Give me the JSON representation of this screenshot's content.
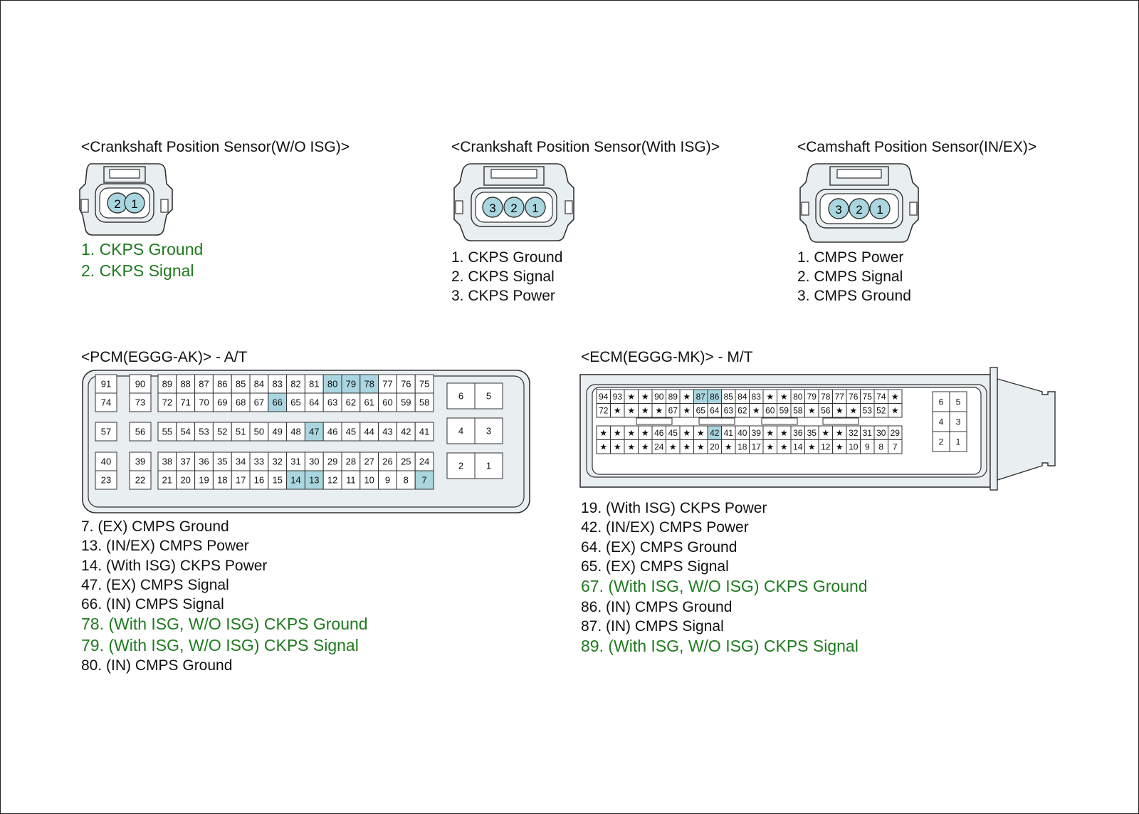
{
  "colors": {
    "green": "#1f7a1f",
    "pin_highlight": "#a9d6e0",
    "connector_fill": "#e9eef0",
    "stroke": "#333333"
  },
  "sensor1": {
    "title": "<Crankshaft Position Sensor(W/O ISG)>",
    "pins": [
      "2",
      "1"
    ],
    "items": [
      "1. CKPS Ground",
      "2. CKPS Signal"
    ]
  },
  "sensor2": {
    "title": "<Crankshaft Position Sensor(With ISG)>",
    "pins": [
      "3",
      "2",
      "1"
    ],
    "items": [
      "1. CKPS Ground",
      "2. CKPS Signal",
      "3. CKPS Power"
    ]
  },
  "sensor3": {
    "title": "<Camshaft Position Sensor(IN/EX)>",
    "pins": [
      "3",
      "2",
      "1"
    ],
    "items": [
      "1. CMPS Power",
      "2. CMPS Signal",
      "3. CMPS Ground"
    ]
  },
  "pcm": {
    "title": "<PCM(EGGG-AK)> - A/T",
    "highlighted": [
      "80",
      "79",
      "78",
      "66",
      "47",
      "14",
      "13",
      "7"
    ],
    "left_rows": [
      [
        "91",
        "90"
      ],
      [
        "74",
        "73"
      ],
      [
        "57",
        "56"
      ],
      [
        "40",
        "39"
      ],
      [
        "23",
        "22"
      ]
    ],
    "main_rows": [
      [
        "89",
        "88",
        "87",
        "86",
        "85",
        "84",
        "83",
        "82",
        "81",
        "80",
        "79",
        "78",
        "77",
        "76",
        "75"
      ],
      [
        "72",
        "71",
        "70",
        "69",
        "68",
        "67",
        "66",
        "65",
        "64",
        "63",
        "62",
        "61",
        "60",
        "59",
        "58"
      ],
      [
        "55",
        "54",
        "53",
        "52",
        "51",
        "50",
        "49",
        "48",
        "47",
        "46",
        "45",
        "44",
        "43",
        "42",
        "41"
      ],
      [
        "38",
        "37",
        "36",
        "35",
        "34",
        "33",
        "32",
        "31",
        "30",
        "29",
        "28",
        "27",
        "26",
        "25",
        "24"
      ],
      [
        "21",
        "20",
        "19",
        "18",
        "17",
        "16",
        "15",
        "14",
        "13",
        "12",
        "11",
        "10",
        "9",
        "8",
        "7"
      ]
    ],
    "right_rows": [
      [
        "6",
        "5"
      ],
      [
        "4",
        "3"
      ],
      [
        "2",
        "1"
      ]
    ],
    "items": [
      "7. (EX) CMPS Ground",
      "13. (IN/EX) CMPS Power",
      "14. (With ISG) CKPS Power",
      "47. (EX) CMPS Signal",
      "66. (IN) CMPS Signal",
      "78. (With ISG, W/O ISG) CKPS Ground",
      "79. (With ISG, W/O ISG) CKPS Signal",
      "80. (IN) CMPS Ground"
    ],
    "green_items": [
      5,
      6
    ]
  },
  "ecm": {
    "title": "<ECM(EGGG-MK)> - M/T",
    "highlighted": [
      "87",
      "86",
      "42"
    ],
    "rows": [
      [
        "94",
        "93",
        "★",
        "★",
        "90",
        "89",
        "★",
        "87",
        "86",
        "85",
        "84",
        "83",
        "★",
        "★",
        "80",
        "79",
        "78",
        "77",
        "76",
        "75",
        "74",
        "★"
      ],
      [
        "72",
        "★",
        "★",
        "★",
        "★",
        "67",
        "★",
        "65",
        "64",
        "63",
        "62",
        "★",
        "60",
        "59",
        "58",
        "★",
        "56",
        "★",
        "★",
        "53",
        "52",
        "★"
      ],
      [
        "★",
        "★",
        "★",
        "★",
        "46",
        "45",
        "★",
        "★",
        "42",
        "41",
        "40",
        "39",
        "★",
        "★",
        "36",
        "35",
        "★",
        "★",
        "32",
        "31",
        "30",
        "29"
      ],
      [
        "★",
        "★",
        "★",
        "★",
        "24",
        "★",
        "★",
        "★",
        "20",
        "★",
        "18",
        "17",
        "★",
        "★",
        "14",
        "★",
        "12",
        "★",
        "10",
        "9",
        "8",
        "7"
      ]
    ],
    "right_rows": [
      [
        "6",
        "5"
      ],
      [
        "4",
        "3"
      ],
      [
        "2",
        "1"
      ]
    ],
    "items": [
      "19. (With ISG) CKPS Power",
      "42. (IN/EX) CMPS Power",
      "64. (EX) CMPS Ground",
      "65. (EX) CMPS Signal",
      "67. (With ISG, W/O ISG) CKPS Ground",
      "86. (IN) CMPS Ground",
      "87. (IN) CMPS Signal",
      "89. (With ISG, W/O ISG) CKPS Signal"
    ],
    "green_items": [
      4,
      7
    ]
  }
}
